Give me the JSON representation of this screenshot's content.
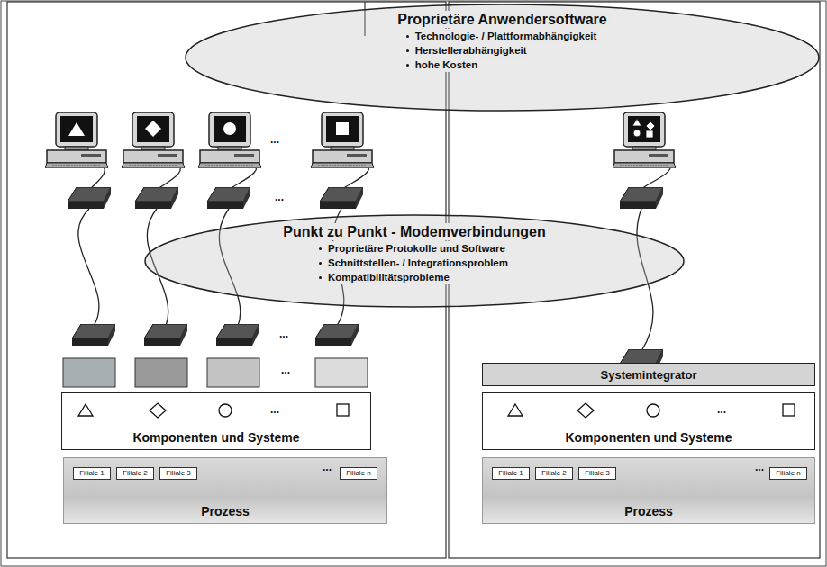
{
  "diagram": {
    "nodes": [
      {
        "text": [
          "Proprietäre Anwendersoftware",
          "Technologie- / Plattformabhängigkeit",
          "Herstellerabhängigkeit",
          "hohe Kosten"
        ]
      },
      {
        "text": [
          "Punkt zu Punkt - Modemverbindungen",
          "Proprietäre Protokolle und Software",
          "Schnittstellen- / Integrationsproblem",
          "Kompatibilitätsprobleme"
        ]
      },
      {
        "text": [
          "Komponenten und Systeme"
        ]
      },
      {
        "text": [
          "Prozess"
        ]
      },
      {
        "text": [
          "Filiale 1"
        ],
        "in": 3
      },
      {
        "text": [
          "Filiale 2"
        ],
        "in": 3
      },
      {
        "text": [
          "Filiale 3"
        ],
        "in": 3
      },
      {
        "text": [
          "Filiale n"
        ],
        "in": 3
      },
      {
        "text": [
          "Systemintegrator"
        ]
      },
      {
        "text": [
          "Komponenten und Systeme"
        ]
      },
      {
        "text": [
          "Prozess"
        ]
      },
      {
        "text": [
          "Filiale 1"
        ],
        "in": 10
      },
      {
        "text": [
          "Filiale 2"
        ],
        "in": 10
      },
      {
        "text": [
          "Filiale 3"
        ],
        "in": 10
      },
      {
        "text": [
          "Filiale n"
        ],
        "in": 10
      }
    ],
    "labels": [
      "...",
      "...",
      "...",
      "...",
      "...",
      "...",
      "...",
      "..."
    ]
  }
}
